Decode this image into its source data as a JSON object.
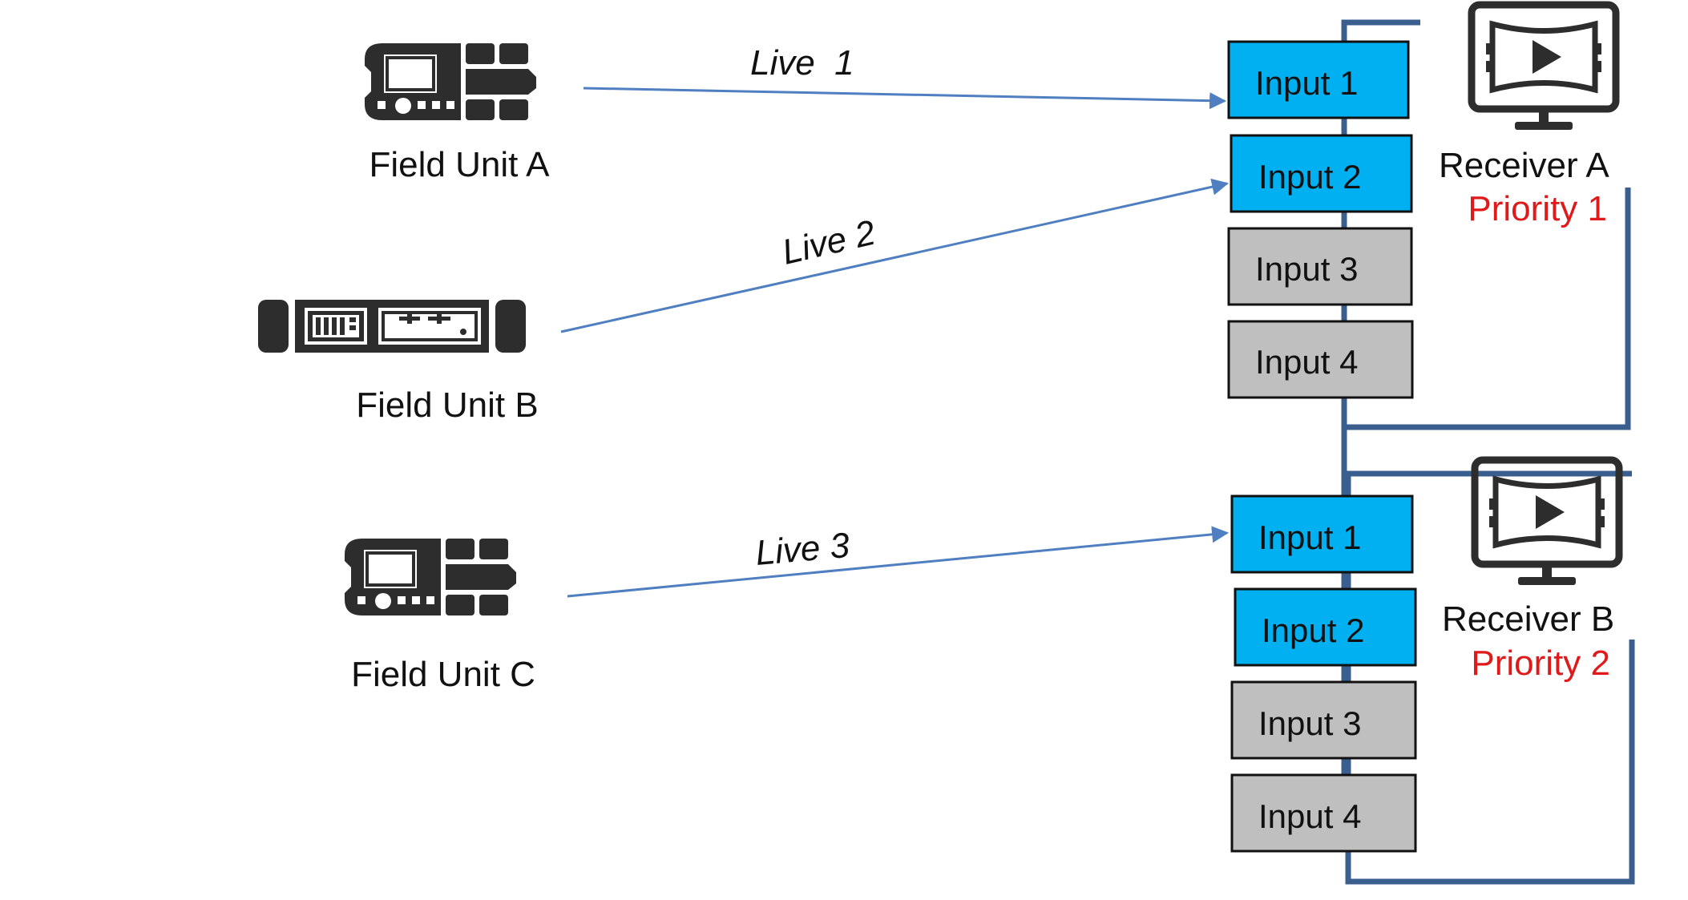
{
  "colors": {
    "input_active": "#00b0f0",
    "input_idle": "#bfbfbf",
    "arrow": "#4f7fc0",
    "bus": "#3a5f8f",
    "device": "#2d2d2d",
    "priority": "#e0191a"
  },
  "field_units": [
    {
      "label": "Field Unit A",
      "icon": "encoder-icon"
    },
    {
      "label": "Field Unit B",
      "icon": "rack-unit-icon"
    },
    {
      "label": "Field Unit C",
      "icon": "encoder-icon"
    }
  ],
  "links": [
    {
      "label": "Live  1",
      "from": "Field Unit A",
      "to": "Receiver A / Input 1"
    },
    {
      "label": "Live 2",
      "from": "Field Unit B",
      "to": "Receiver A / Input 2"
    },
    {
      "label": "Live 3",
      "from": "Field Unit C",
      "to": "Receiver B / Input 1"
    }
  ],
  "receivers": [
    {
      "label": "Receiver A",
      "priority": "Priority 1",
      "icon": "monitor-play-icon",
      "inputs": [
        {
          "label": "Input 1",
          "active": true
        },
        {
          "label": "Input 2",
          "active": true
        },
        {
          "label": "Input 3",
          "active": false
        },
        {
          "label": "Input 4",
          "active": false
        }
      ]
    },
    {
      "label": "Receiver B",
      "priority": "Priority 2",
      "icon": "monitor-play-icon",
      "inputs": [
        {
          "label": "Input 1",
          "active": true
        },
        {
          "label": "Input 2",
          "active": true
        },
        {
          "label": "Input 3",
          "active": false
        },
        {
          "label": "Input 4",
          "active": false
        }
      ]
    }
  ]
}
